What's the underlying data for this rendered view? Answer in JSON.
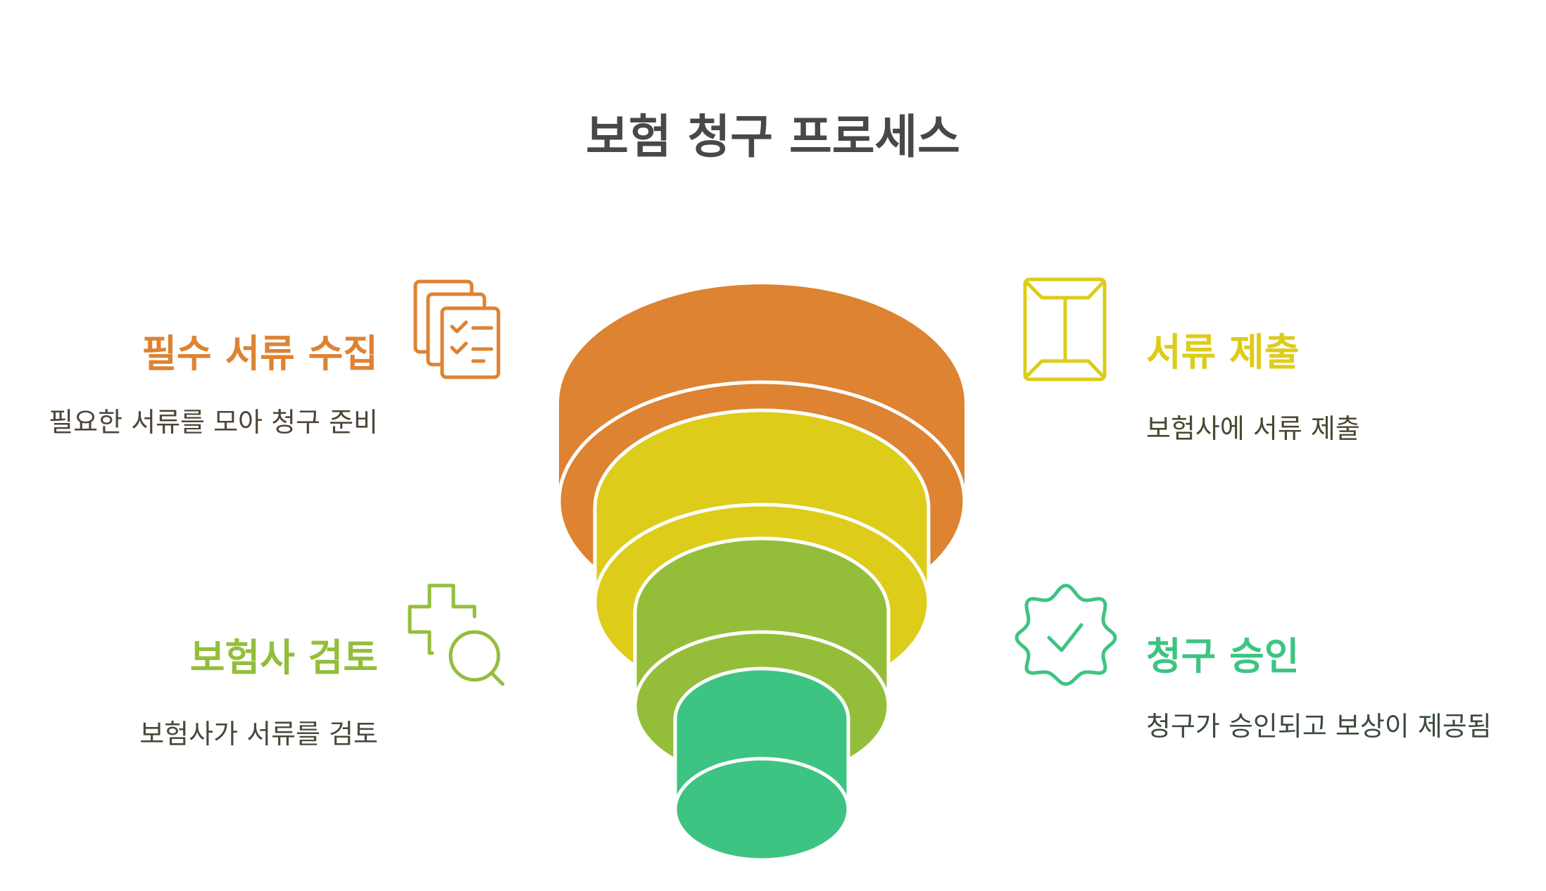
{
  "title": "보험 청구 프로세스",
  "colors": {
    "background": "#ffffff",
    "title": "#484848",
    "stage1": "#DD8332",
    "stage2": "#DDCC1A",
    "stage3": "#94BE3A",
    "stage4": "#3EC482",
    "separator": "#ffffff"
  },
  "stages": [
    {
      "order": 1,
      "side": "left",
      "heading": "필수 서류 수집",
      "description": "필요한 서류를 모아 청구 준비",
      "icon": "documents-checklist-icon",
      "color": "#DD8332",
      "desc_color": "#4F4537"
    },
    {
      "order": 2,
      "side": "right",
      "heading": "서류 제출",
      "description": "보험사에 서류 제출",
      "icon": "envelope-icon",
      "color": "#DDCC1A",
      "desc_color": "#4A4832"
    },
    {
      "order": 3,
      "side": "left",
      "heading": "보험사 검토",
      "description": "보험사가 서류를 검토",
      "icon": "medical-search-icon",
      "color": "#94BE3A",
      "desc_color": "#474A3A"
    },
    {
      "order": 4,
      "side": "right",
      "heading": "청구 승인",
      "description": "청구가 승인되고 보상이 제공됨",
      "icon": "approval-badge-icon",
      "color": "#3EC482",
      "desc_color": "#3B4A3E"
    }
  ]
}
